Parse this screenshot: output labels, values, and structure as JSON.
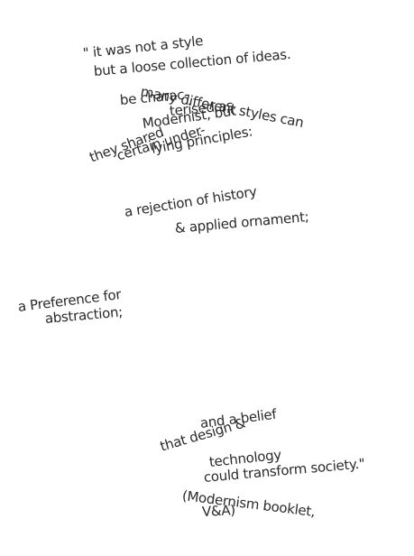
{
  "text_color": "#2a2a2a",
  "background_color": "#ffffff",
  "quote": {
    "lines": [
      "\" it was not a style",
      "but a loose collection of ideas.",
      "many different styles can",
      "be charac-",
      "terised as",
      "Modernist, but",
      "they shared",
      "certain under-",
      "lying principles:",
      "a rejection of history",
      "& applied ornament;",
      "a Preference for",
      "abstraction;",
      "and a belief",
      "that design &",
      "technology",
      "could transform society.\"",
      "(Modernism booklet,",
      "V&A)"
    ]
  }
}
